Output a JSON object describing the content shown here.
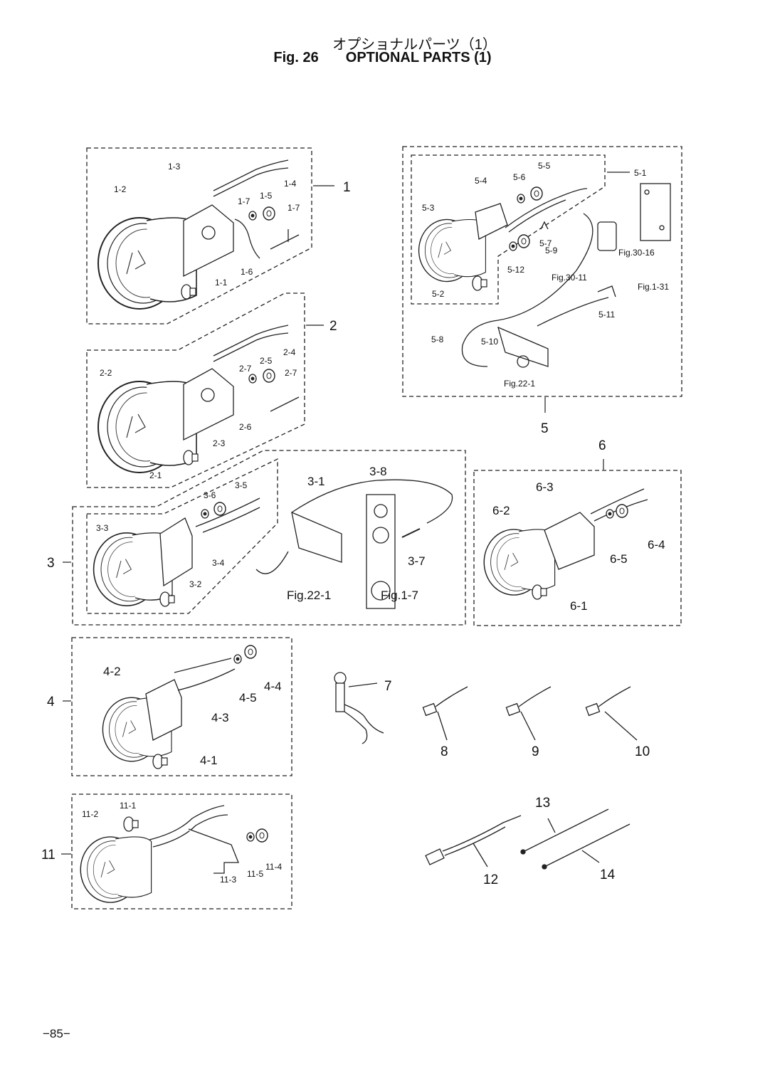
{
  "header": {
    "title_jp": "オプショナルパーツ（1）",
    "fig_number": "Fig. 26",
    "title_en": "OPTIONAL PARTS (1)"
  },
  "page_number": "−85−",
  "groups": {
    "g1": {
      "id": "1",
      "parts": [
        "1-1",
        "1-2",
        "1-3",
        "1-4",
        "1-5",
        "1-6",
        "1-7",
        "1-7"
      ]
    },
    "g2": {
      "id": "2",
      "parts": [
        "2-1",
        "2-2",
        "2-3",
        "2-4",
        "2-5",
        "2-6",
        "2-7",
        "2-7"
      ]
    },
    "g3": {
      "id": "3",
      "parts": [
        "3-1",
        "3-2",
        "3-3",
        "3-4",
        "3-5",
        "3-6",
        "3-7",
        "3-8"
      ],
      "refs": [
        "Fig.22-1",
        "Fig.1-7"
      ]
    },
    "g4": {
      "id": "4",
      "parts": [
        "4-1",
        "4-2",
        "4-3",
        "4-4",
        "4-5"
      ]
    },
    "g5": {
      "id": "5",
      "parts": [
        "5-1",
        "5-2",
        "5-3",
        "5-4",
        "5-5",
        "5-6",
        "5-7",
        "5-9",
        "5-8",
        "5-10",
        "5-11",
        "5-12"
      ],
      "refs": [
        "Fig.30-16",
        "Fig.30-11",
        "Fig.1-31",
        "Fig.22-1"
      ]
    },
    "g6": {
      "id": "6",
      "parts": [
        "6-1",
        "6-2",
        "6-3",
        "6-4",
        "6-5"
      ]
    },
    "g11": {
      "id": "11",
      "parts": [
        "11-1",
        "11-2",
        "11-3",
        "11-4",
        "11-5"
      ]
    },
    "singles": [
      "7",
      "8",
      "9",
      "10",
      "12",
      "13",
      "14"
    ]
  }
}
